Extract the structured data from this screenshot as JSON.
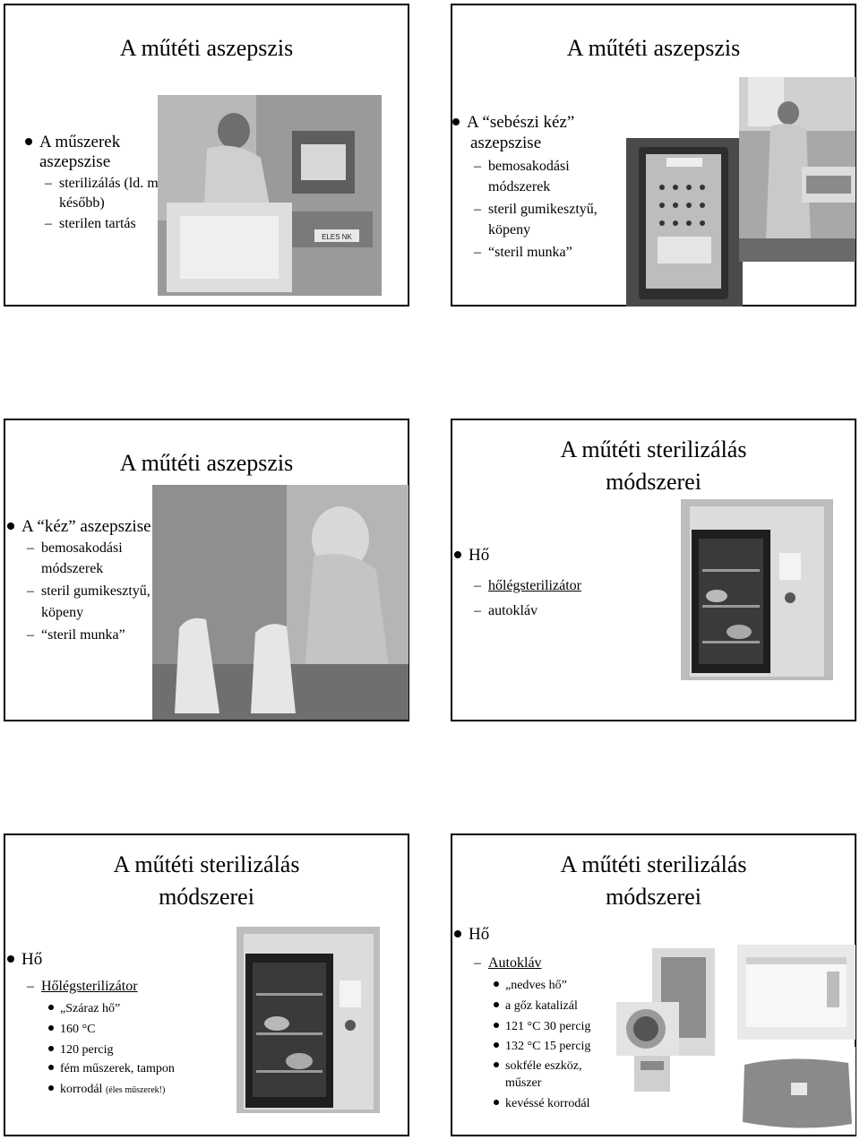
{
  "slide1": {
    "title": "A műtéti aszepszis",
    "bullet": "A műszerek",
    "bullet_cont": "aszepszise",
    "sub1_l1": "sterilizálás (ld. még",
    "sub1_l2": "később)",
    "sub2": "sterilen tartás",
    "photo_text": "ELES NK"
  },
  "slide2": {
    "title": "A műtéti aszepszis",
    "bullet": "A “sebészi kéz”",
    "bullet_cont": "aszepszise",
    "sub1_l1": "bemosakodási",
    "sub1_l2": "módszerek",
    "sub2_l1": "steril gumikesztyű,",
    "sub2_l2": "köpeny",
    "sub3": "“steril munka”"
  },
  "slide3": {
    "title": "A műtéti aszepszis",
    "bullet": "A “kéz” aszepszise",
    "sub1_l1": "bemosakodási",
    "sub1_l2": "módszerek",
    "sub2_l1": "steril gumikesztyű,",
    "sub2_l2": "köpeny",
    "sub3": "“steril munka”"
  },
  "slide4": {
    "title_l1": "A műtéti sterilizálás",
    "title_l2": "módszerei",
    "bullet": "Hő",
    "sub1": "hőlégsterilizátor",
    "sub2": "autokláv"
  },
  "slide5": {
    "title_l1": "A műtéti sterilizálás",
    "title_l2": "módszerei",
    "bullet": "Hő",
    "sub1": "Hőlégsterilizátor",
    "items": [
      "„Száraz hő”",
      "160 °C",
      "120 percig",
      "fém műszerek, tampon"
    ],
    "last_item": "korrodál",
    "last_item_small": "(éles műszerek!)"
  },
  "slide6": {
    "title_l1": "A műtéti sterilizálás",
    "title_l2": "módszerei",
    "bullet": "Hő",
    "sub1": "Autokláv",
    "items": [
      "„nedves hő”",
      "a gőz katalizál",
      "121 °C 30 percig",
      "132 °C 15 percig"
    ],
    "item5_l1": "sokféle eszköz,",
    "item5_l2": "műszer",
    "item6": "kevéssé korrodál"
  }
}
